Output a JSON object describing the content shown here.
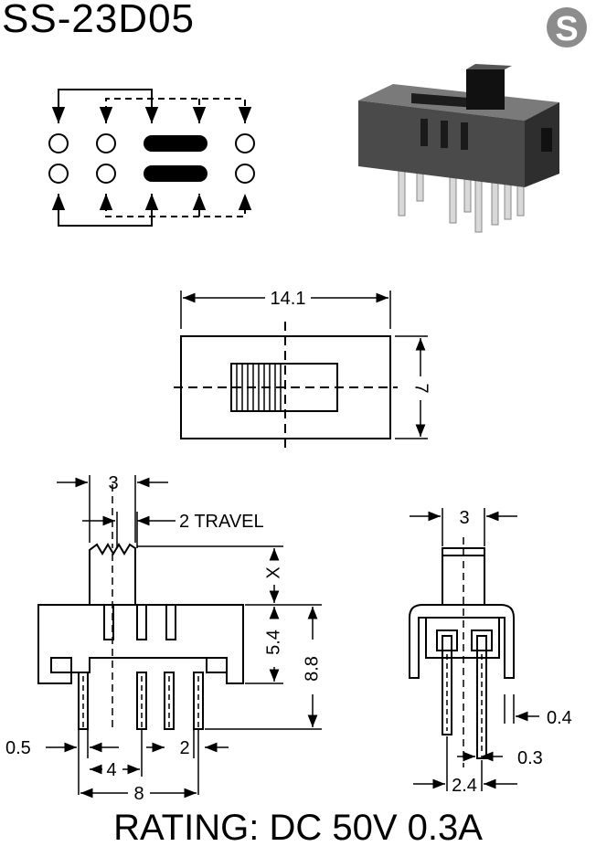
{
  "header": {
    "title": "SS-23D05",
    "logo_letter": "S"
  },
  "footer": {
    "rating": "RATING: DC 50V 0.3A"
  },
  "dimensions": {
    "length": "14.1",
    "width": "7",
    "knob_width": "3",
    "travel": "2 TRAVEL",
    "x": "X",
    "body_height": "5.4",
    "total_height": "8.8",
    "pin_width": "0.5",
    "pitch_4": "4",
    "pitch_2": "2",
    "span_8": "8",
    "side_width": "3",
    "side_pin": "0.4",
    "side_pin_thk": "0.3",
    "side_pitch": "2.4"
  },
  "colors": {
    "ink": "#000000",
    "logo": "#8c8c8c",
    "body": "#4a4a4a",
    "pin": "#d8d8d8"
  }
}
